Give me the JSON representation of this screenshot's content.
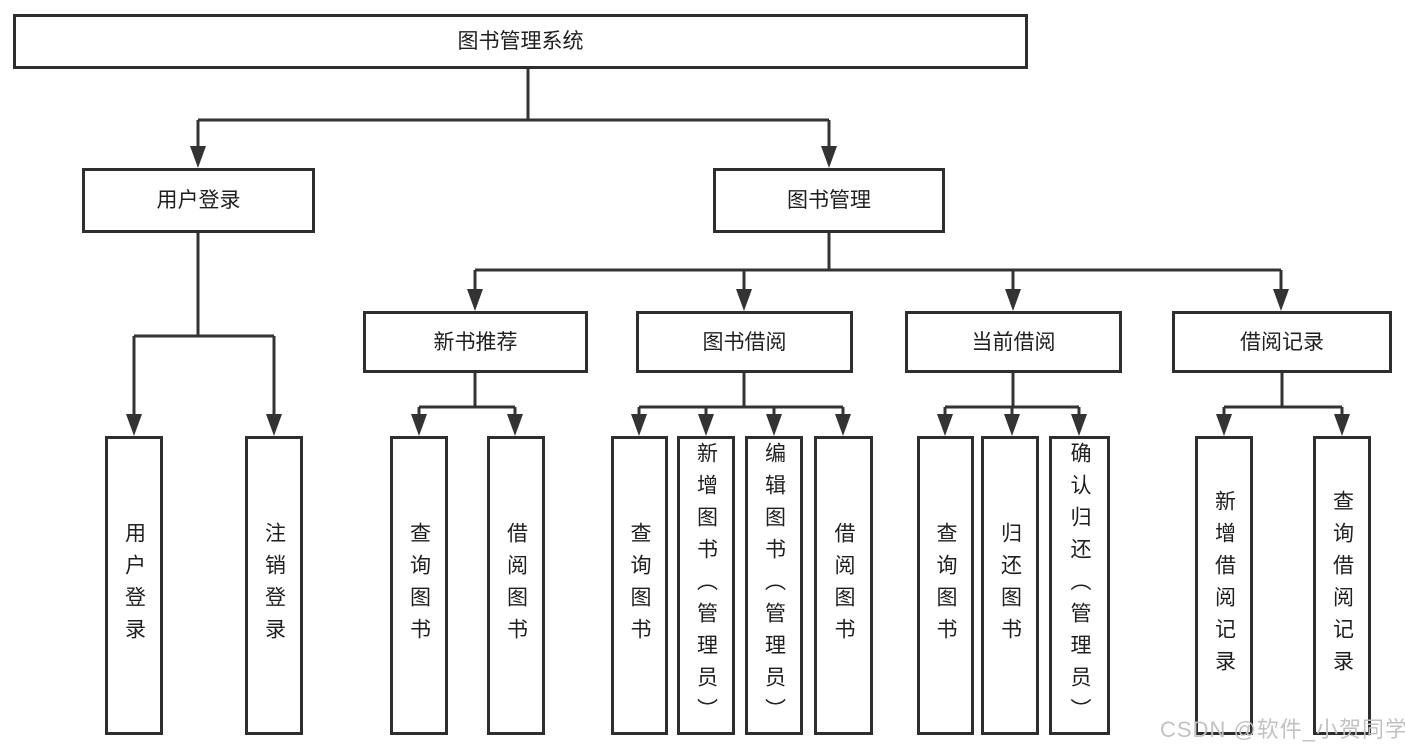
{
  "tree": {
    "root": {
      "label": "图书管理系统"
    },
    "branches": [
      {
        "label": "用户登录",
        "leaves": [
          {
            "label": "用户登录"
          },
          {
            "label": "注销登录"
          }
        ]
      },
      {
        "label": "图书管理",
        "groups": [
          {
            "label": "新书推荐",
            "leaves": [
              {
                "label": "查询图书"
              },
              {
                "label": "借阅图书"
              }
            ]
          },
          {
            "label": "图书借阅",
            "leaves": [
              {
                "label": "查询图书"
              },
              {
                "label": "新增图书（管理员）"
              },
              {
                "label": "编辑图书（管理员）"
              },
              {
                "label": "借阅图书"
              }
            ]
          },
          {
            "label": "当前借阅",
            "leaves": [
              {
                "label": "查询图书"
              },
              {
                "label": "归还图书"
              },
              {
                "label": "确认归还（管理员）"
              }
            ]
          },
          {
            "label": "借阅记录",
            "leaves": [
              {
                "label": "新增借阅记录"
              },
              {
                "label": "查询借阅记录"
              }
            ]
          }
        ]
      }
    ]
  },
  "watermark": {
    "text": "CSDN @软件_小贺同学",
    "color": "#c2c2c2"
  },
  "colors": {
    "background": "#ffffff",
    "line": "#333333",
    "box_border": "#2e2e2e",
    "text": "#1f1f1f"
  }
}
